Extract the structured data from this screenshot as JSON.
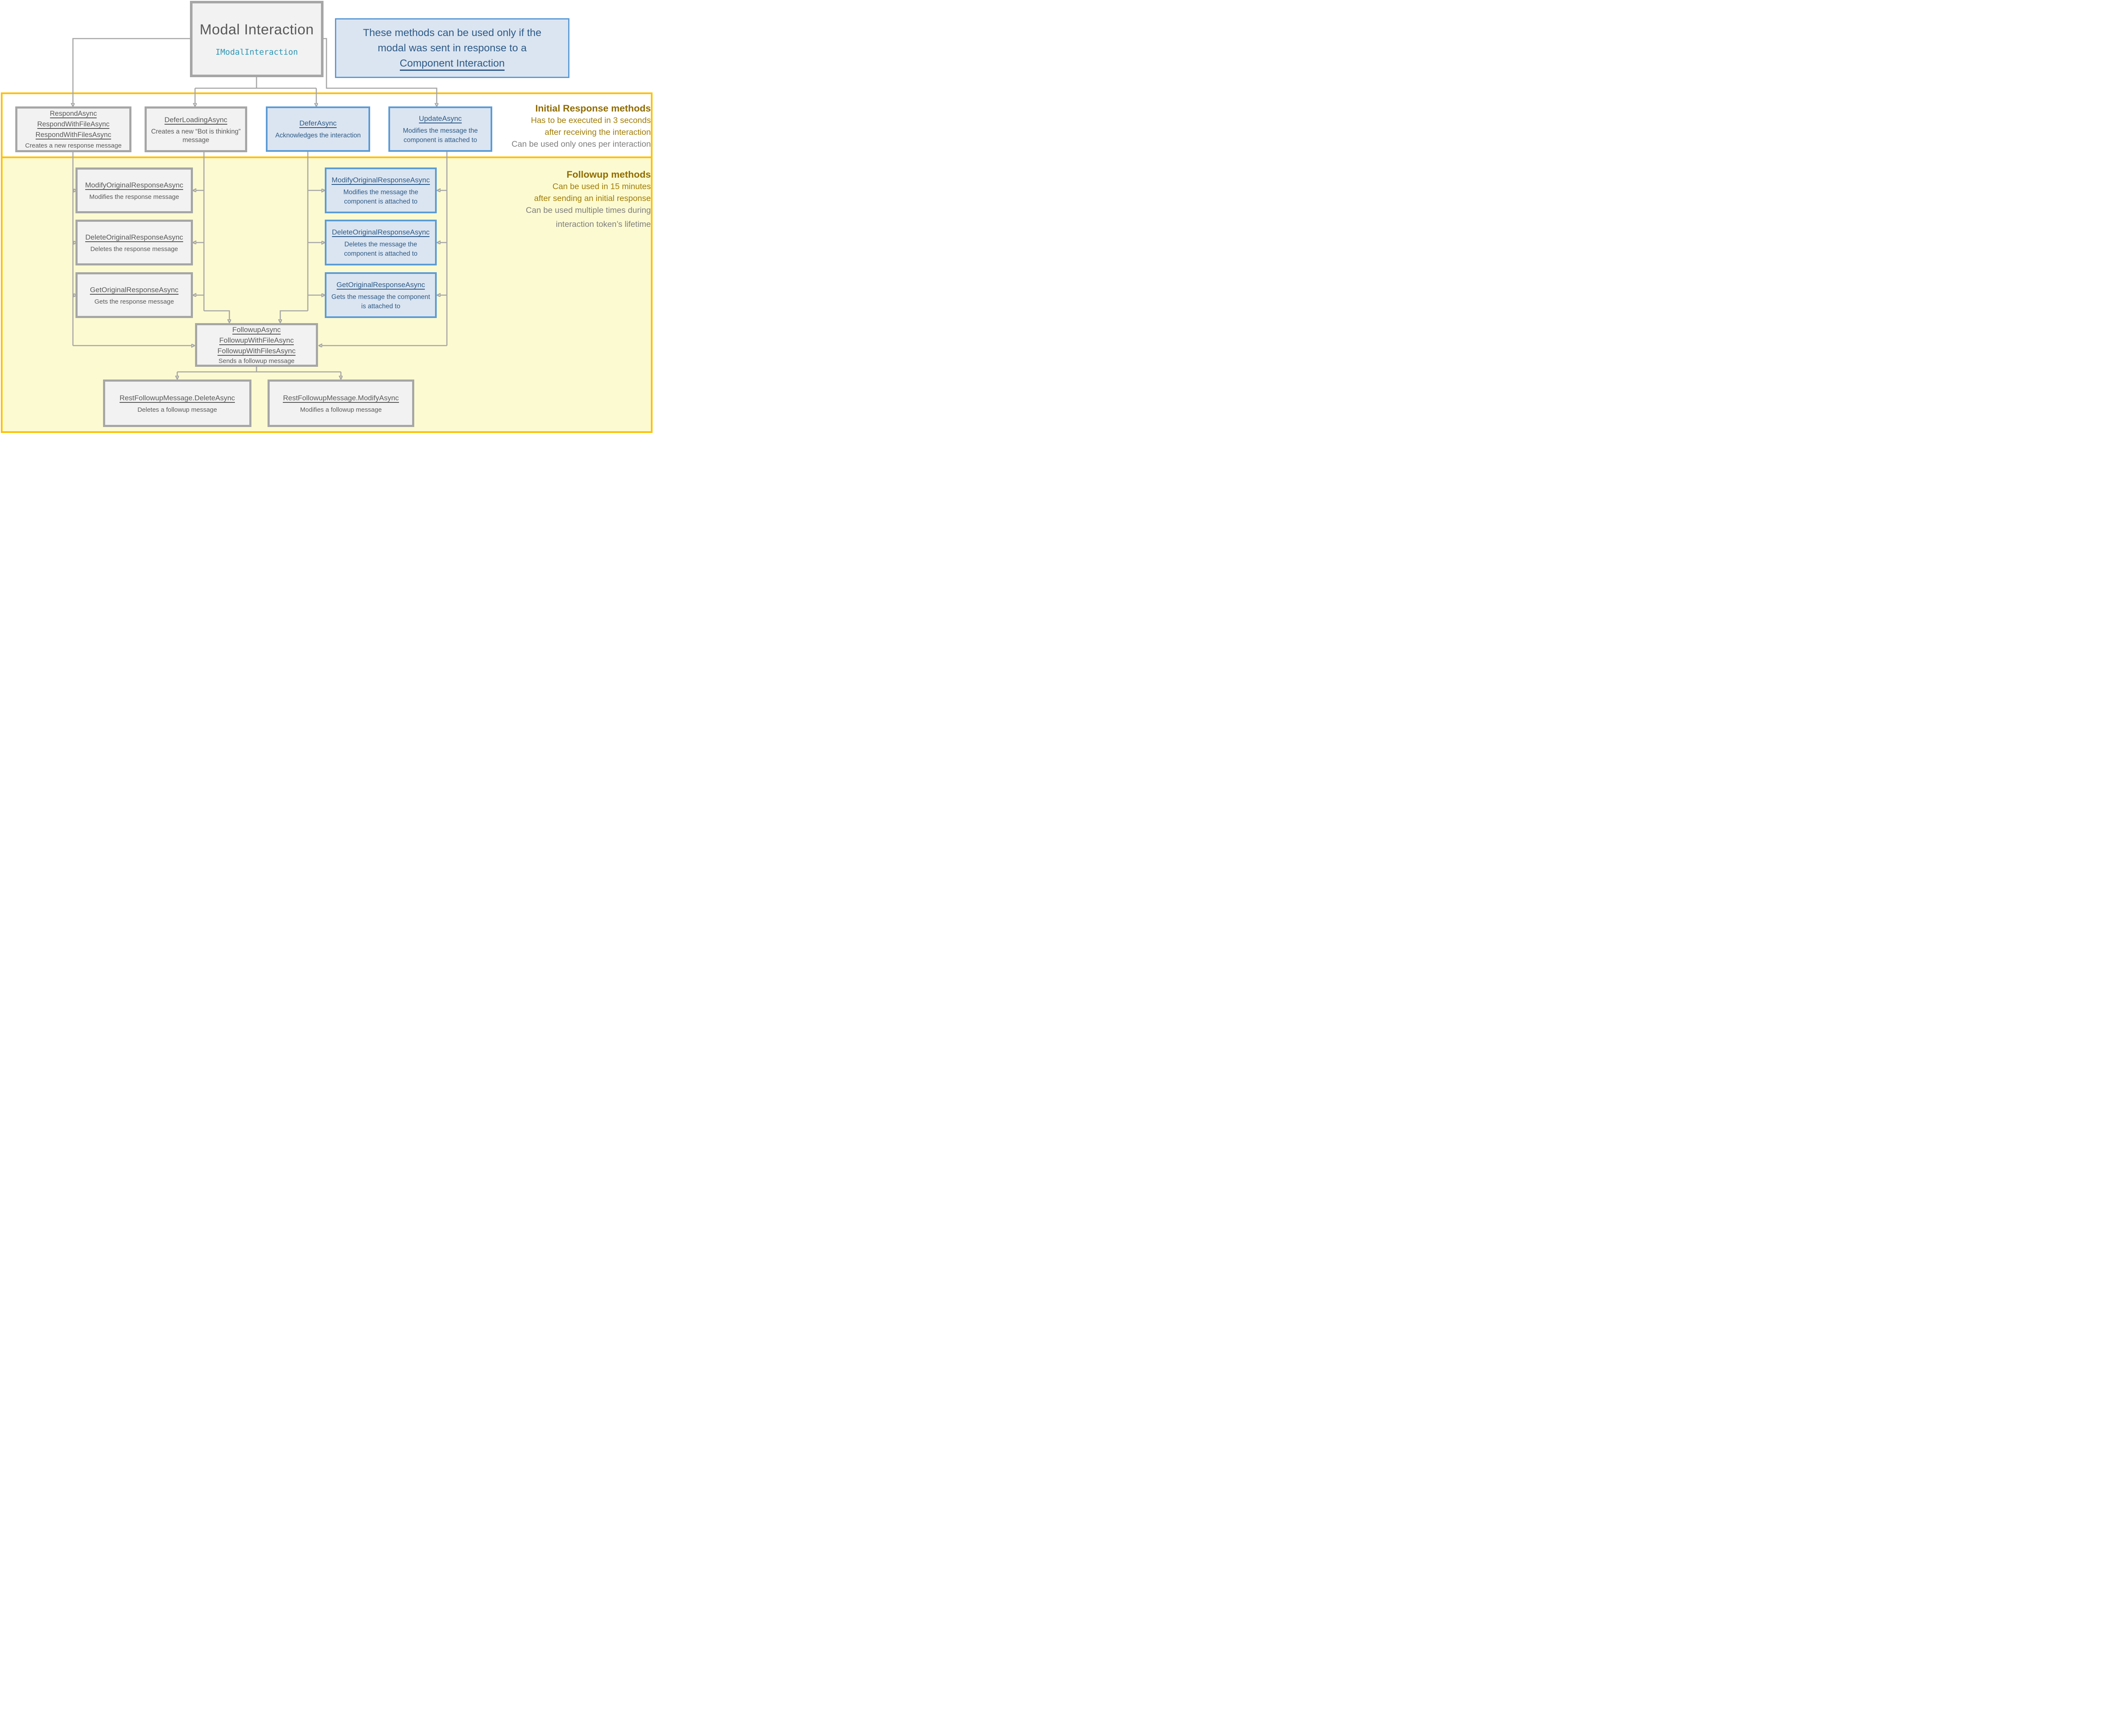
{
  "colors": {
    "gold_border": "#FFC000",
    "followup_fill": "#FCFAD1",
    "gray_box_fill": "#F2F2F2",
    "gray_box_border": "#A6A6A6",
    "gray_text": "#595959",
    "blue_box_fill": "#DBE5F1",
    "blue_box_border": "#5B9BD5",
    "blue_text": "#2D5A87",
    "teal_code": "#2A96B5",
    "heading_gold": "#906C00",
    "rule_gold": "#A17D05",
    "rule_gray": "#7F7F7F",
    "connector": "#A6A6A6"
  },
  "modal": {
    "title": "Modal Interaction",
    "interface": "IModalInteraction"
  },
  "note": {
    "line1": "These methods can be used only if the",
    "line2": "modal was sent in response to a",
    "link": "Component Interaction"
  },
  "sections": {
    "initial": {
      "heading": "Initial Response methods",
      "rule1": "Has to be executed in 3 seconds",
      "rule2": "after receiving the interaction",
      "rule3": "Can be used only ones per interaction"
    },
    "followup": {
      "heading": "Followup methods",
      "rule1": "Can be used in 15 minutes",
      "rule2": "after sending an initial response",
      "rule3": "Can be used multiple times during",
      "rule4": "interaction token’s lifetime"
    }
  },
  "boxes": {
    "respond": {
      "methods": [
        "RespondAsync",
        "RespondWithFileAsync",
        "RespondWithFilesAsync"
      ],
      "desc": "Creates a new response message"
    },
    "defer_loading": {
      "methods": [
        "DeferLoadingAsync"
      ],
      "desc": "Creates a new “Bot is thinking” message"
    },
    "defer": {
      "methods": [
        "DeferAsync"
      ],
      "desc": "Acknowledges the interaction"
    },
    "update": {
      "methods": [
        "UpdateAsync"
      ],
      "desc": "Modifies the message the component is attached to"
    },
    "modify_gray": {
      "methods": [
        "ModifyOriginalResponseAsync"
      ],
      "desc": "Modifies the response message"
    },
    "delete_gray": {
      "methods": [
        "DeleteOriginalResponseAsync"
      ],
      "desc": "Deletes the response message"
    },
    "get_gray": {
      "methods": [
        "GetOriginalResponseAsync"
      ],
      "desc": "Gets the response message"
    },
    "modify_blue": {
      "methods": [
        "ModifyOriginalResponseAsync"
      ],
      "desc": "Modifies the message the component is attached to"
    },
    "delete_blue": {
      "methods": [
        "DeleteOriginalResponseAsync"
      ],
      "desc": "Deletes the message the component is attached to"
    },
    "get_blue": {
      "methods": [
        "GetOriginalResponseAsync"
      ],
      "desc": "Gets  the message the component is attached to"
    },
    "followup": {
      "methods": [
        "FollowupAsync",
        "FollowupWithFileAsync",
        "FollowupWithFilesAsync"
      ],
      "desc": "Sends a followup message"
    },
    "rest_delete": {
      "methods": [
        "RestFollowupMessage.DeleteAsync"
      ],
      "desc": "Deletes a followup message"
    },
    "rest_modify": {
      "methods": [
        "RestFollowupMessage.ModifyAsync"
      ],
      "desc": "Modifies a followup message"
    }
  }
}
